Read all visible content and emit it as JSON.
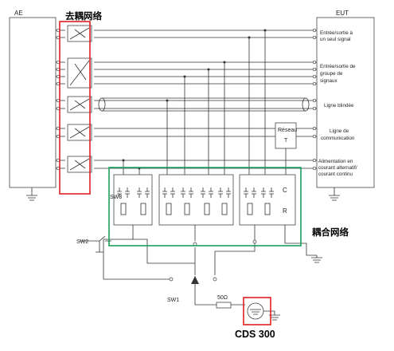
{
  "labels": {
    "ae": "AE",
    "eut": "EUT",
    "decoupling_network": "去耦网络",
    "coupling_network": "耦合网络",
    "cds": "CDS 300",
    "sw1": "SW1",
    "sw2": "SW2",
    "sw3": "SW3",
    "resistor": "50Ω",
    "c": "C",
    "r": "R",
    "reseau_1": "Réseau",
    "reseau_2": "T"
  },
  "eut_ports": [
    {
      "id": "io-single",
      "lines": [
        "Entrée/sortie à",
        "un seul signal"
      ]
    },
    {
      "id": "io-group",
      "lines": [
        "Entrée/sortie de",
        "groupe de",
        "signaux"
      ]
    },
    {
      "id": "shielded",
      "lines": [
        "Ligne blindée"
      ]
    },
    {
      "id": "comm",
      "lines": [
        "Ligne de",
        "communication"
      ]
    },
    {
      "id": "power",
      "lines": [
        "Alimentation en",
        "courant alternatif/",
        "courant continu"
      ]
    }
  ],
  "colors": {
    "decoupling_box": "#e02020",
    "coupling_box": "#1aa05a",
    "cds_box": "#e02020",
    "wire": "#333333"
  }
}
